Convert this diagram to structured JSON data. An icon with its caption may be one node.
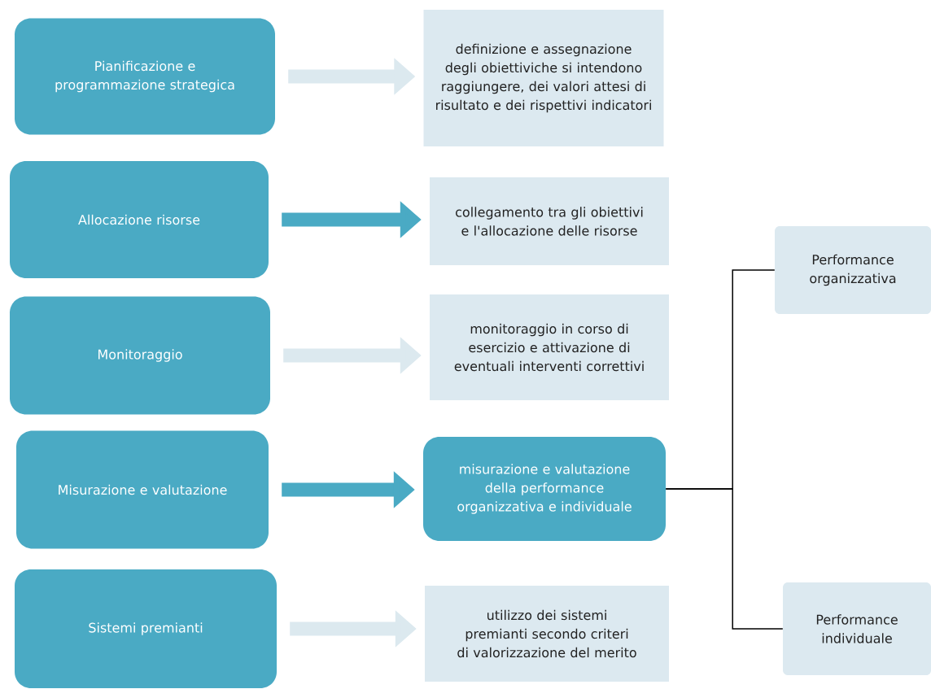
{
  "diagram": {
    "nodes": [
      {
        "text": [
          "Pianificazione e programmazione strategica"
        ]
      },
      {
        "text": [
          "definizione e assegnazione degli obiettiviche si intendono raggiungere, dei valori attesi di risultato e dei rispettivi indicatori"
        ]
      },
      {
        "text": [
          "Allocazione risorse"
        ]
      },
      {
        "text": [
          "collegamento tra gli obiettivi e l'allocazione delle risorse"
        ]
      },
      {
        "text": [
          "Monitoraggio"
        ]
      },
      {
        "text": [
          "monitoraggio in corso di esercizio e attivazione di eventuali interventi correttivi"
        ]
      },
      {
        "text": [
          "Misurazione e valutazione"
        ]
      },
      {
        "text": [
          "misurazione e valutazione della performance organizzativa e individuale"
        ]
      },
      {
        "text": [
          "Sistemi premianti"
        ]
      },
      {
        "text": [
          "utilizzo dei sistemi premianti secondo criteri di valorizzazione del merito"
        ]
      },
      {
        "text": [
          "Performance organizzativa"
        ]
      },
      {
        "text": [
          "Performance individuale"
        ]
      }
    ],
    "edges": [
      {
        "from": 0,
        "to": 1,
        "arrow": "to",
        "color": "#dce9ef"
      },
      {
        "from": 2,
        "to": 3,
        "arrow": "to",
        "color": "#4aaac4"
      },
      {
        "from": 4,
        "to": 5,
        "arrow": "to",
        "color": "#dce9ef"
      },
      {
        "from": 6,
        "to": 7,
        "arrow": "to",
        "color": "#4aaac4"
      },
      {
        "from": 8,
        "to": 9,
        "arrow": "to",
        "color": "#dce9ef"
      },
      {
        "from": 7,
        "to": 10,
        "arrow": "none",
        "color": "#000000"
      },
      {
        "from": 7,
        "to": 11,
        "arrow": "none",
        "color": "#000000"
      }
    ]
  }
}
